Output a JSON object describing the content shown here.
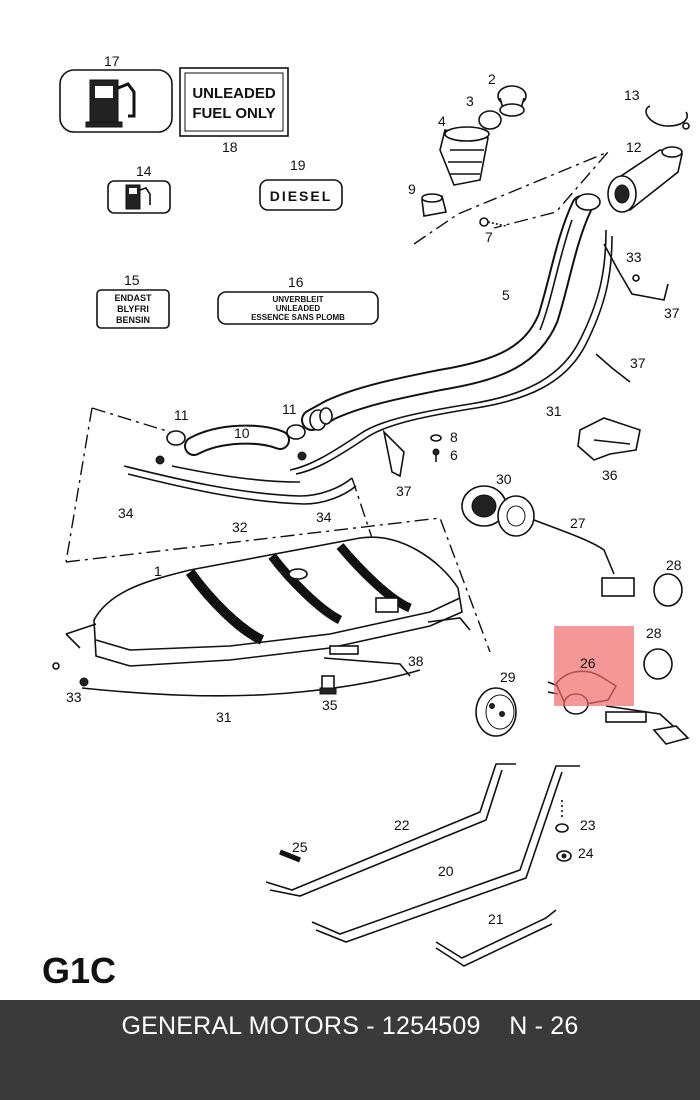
{
  "diagram": {
    "decals": {
      "unleaded": [
        "UNLEADED",
        "FUEL ONLY"
      ],
      "diesel": "DIESEL",
      "endast": [
        "ENDAST",
        "BLYFRI",
        "BENSIN"
      ],
      "unverbleit": [
        "UNVERBLEIT",
        "UNLEADED",
        "ESSENCE SANS PLOMB"
      ]
    },
    "callouts": {
      "c1": "1",
      "c2": "2",
      "c3": "3",
      "c4": "4",
      "c5": "5",
      "c6": "6",
      "c7": "7",
      "c8": "8",
      "c9": "9",
      "c10": "10",
      "c11a": "11",
      "c11b": "11",
      "c12": "12",
      "c13": "13",
      "c14": "14",
      "c15": "15",
      "c16": "16",
      "c17": "17",
      "c18": "18",
      "c19": "19",
      "c20": "20",
      "c21": "21",
      "c22": "22",
      "c23": "23",
      "c24": "24",
      "c25": "25",
      "c26": "26",
      "c27": "27",
      "c28a": "28",
      "c28b": "28",
      "c29": "29",
      "c30": "30",
      "c31a": "31",
      "c31b": "31",
      "c32": "32",
      "c33a": "33",
      "c33b": "33",
      "c34a": "34",
      "c34b": "34",
      "c35": "35",
      "c36": "36",
      "c37a": "37",
      "c37b": "37",
      "c37c": "37",
      "c38": "38"
    },
    "highlight_color": "#f26b6b",
    "code": "G1C"
  },
  "footer": {
    "text": "GENERAL MOTORS - 1254509    N - 26",
    "background": "#3a3a3a"
  }
}
